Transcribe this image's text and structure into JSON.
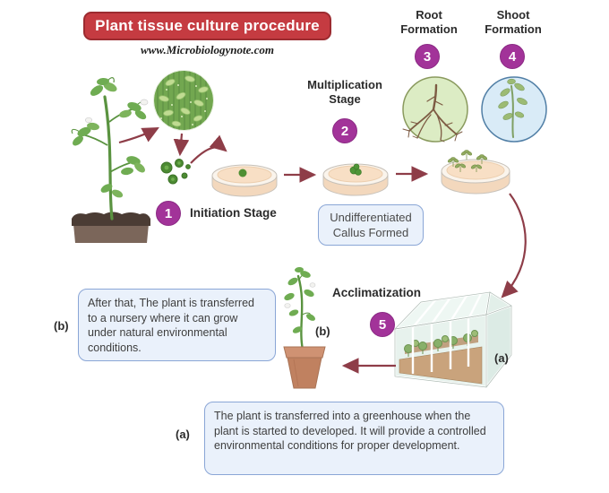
{
  "header": {
    "title": "Plant tissue culture procedure",
    "website": "www.Microbiologynote.com"
  },
  "stages": [
    {
      "number": "1",
      "label": "Initiation Stage"
    },
    {
      "number": "2",
      "label": "Multiplication Stage"
    },
    {
      "number": "3",
      "label": "Root Formation"
    },
    {
      "number": "4",
      "label": "Shoot Formation"
    },
    {
      "number": "5",
      "label": "Acclimatization"
    }
  ],
  "notes": {
    "callus": "Undifferentiated Callus Formed",
    "b_label": "(b)",
    "b_text": "After that, The plant is transferred to a nursery where it can grow under natural environmental conditions.",
    "a_label": "(a)",
    "a_text": "The plant is transferred into a greenhouse when the plant is started to developed. It will provide a controlled environmental conditions for proper development.",
    "pot_label": "(b)",
    "greenhouse_label": "(a)"
  },
  "illustrations": [
    "pea-plant",
    "microscope-view",
    "explant-cells",
    "petri-dish-1",
    "petri-dish-2",
    "petri-dish-3",
    "root-culture",
    "shoot-culture",
    "greenhouse",
    "potted-plant"
  ],
  "colors": {
    "title-bg": "#c53b41",
    "title-border": "#9c2b30",
    "stage-badge": "#a23399",
    "arrow": "#8e3d48",
    "note-fill": "#eaf1fb",
    "note-border": "#8aa6d6",
    "petri-media": "#f8dfc5",
    "root-circle-fill": "#dcecc4",
    "root-circle-border": "#8a9a5e",
    "shoot-circle-fill": "#d9ebf7",
    "shoot-circle-border": "#517fa6"
  }
}
